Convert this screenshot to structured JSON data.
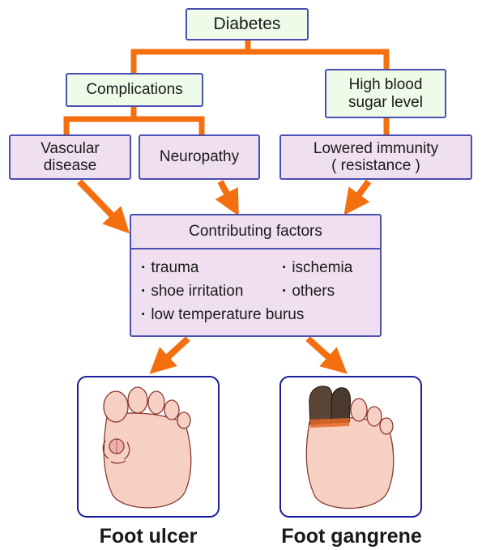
{
  "top": {
    "diabetes": "Diabetes"
  },
  "level2": {
    "complications": "Complications",
    "high_blood_sugar": "High blood\nsugar level"
  },
  "level3": {
    "vascular": "Vascular\ndisease",
    "neuropathy": "Neuropathy",
    "immunity": "Lowered immunity\n( resistance )"
  },
  "contributing": {
    "title": "Contributing factors",
    "items": [
      "trauma",
      "ischemia",
      "shoe irritation",
      "others",
      "low temperature burus"
    ]
  },
  "outcomes": {
    "ulcer": "Foot ulcer",
    "gangrene": "Foot gangrene"
  },
  "colors": {
    "connector": "#f36f0f",
    "box_border": "#4b50b0",
    "green_fill": "#eefbe9",
    "pink_fill": "#f0dff0"
  }
}
